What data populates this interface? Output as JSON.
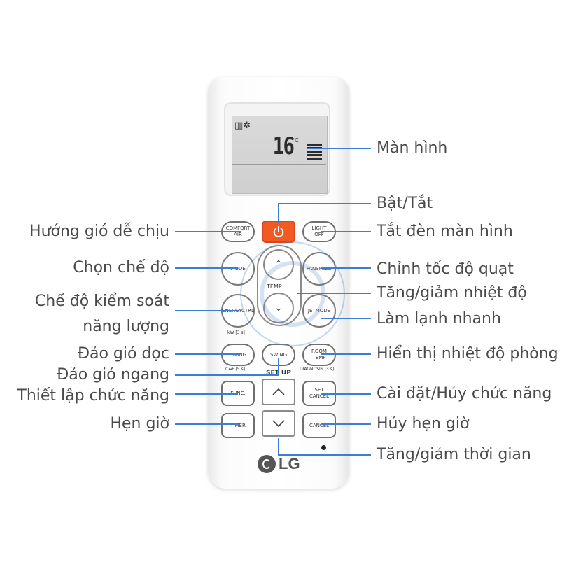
{
  "remote": {
    "brand": "LG",
    "display": {
      "temperature": "16",
      "unit": "°C"
    },
    "buttons": {
      "comfort_air": [
        "COMFORT",
        "AIR"
      ],
      "light_off": [
        "LIGHT",
        "OFF"
      ],
      "mode": "MODE",
      "fan_speed": [
        "FAN",
        "SPEED"
      ],
      "temp": "TEMP",
      "energy_ctrl": [
        "ENERGY",
        "CTRL"
      ],
      "energy_sub": "kW [3 s]",
      "jet_mode": [
        "JET",
        "MODE"
      ],
      "swing_v": "SWING",
      "swing_v_sub": "C↔F [5 s]",
      "swing_h": "SWING",
      "room_temp": [
        "ROOM",
        "TEMP"
      ],
      "room_temp_sub": "DIAGNOSIS [3 s]",
      "setup": "SET UP",
      "func": "FUNC.",
      "set_cancel": [
        "SET",
        "CANCEL"
      ],
      "timer": "TIMER",
      "cancel": "CANCEL"
    }
  },
  "callouts": {
    "screen": "Màn hình",
    "power": "Bật/Tắt",
    "comfort_air": "Hướng gió dễ chịu",
    "light_off": "Tắt đèn màn hình",
    "mode": "Chọn chế độ",
    "fan_speed": "Chỉnh tốc độ quạt",
    "temp": "Tăng/giảm nhiệt độ",
    "energy_line1": "Chế độ kiểm soát",
    "energy_line2": "năng lượng",
    "jet_mode": "Làm lạnh nhanh",
    "swing_vertical": "Đảo gió dọc",
    "room_temp": "Hiển thị nhiệt độ phòng",
    "swing_horizontal": "Đảo gió ngang",
    "func": "Thiết lập chức năng",
    "set_cancel": "Cài đặt/Hủy chức năng",
    "timer": "Hẹn giờ",
    "cancel_timer": "Hủy hẹn giờ",
    "time_adjust": "Tăng/giảm thời gian"
  },
  "colors": {
    "callout_line": "#3b7fd2",
    "power_button": "#f15a22",
    "label_text": "#4a4a4a"
  }
}
